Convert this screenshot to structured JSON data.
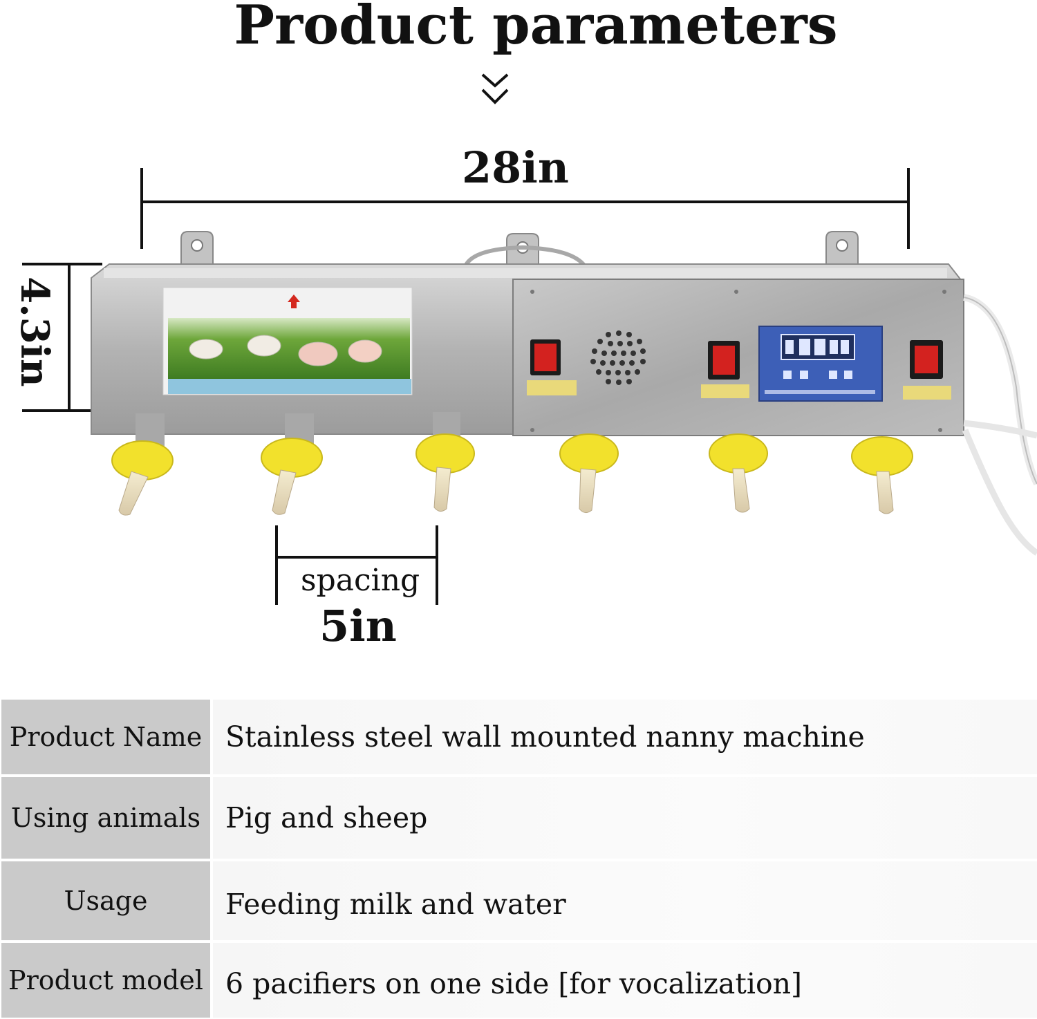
{
  "title": "Product parameters",
  "dimensions": {
    "length": "28in",
    "height": "4.3in",
    "spacing_word": "spacing",
    "spacing_value": "5in"
  },
  "product_image": {
    "icons": [
      "chevron-down-double-icon",
      "up-arrow-icon",
      "speaker-grille-icon",
      "rocker-switch-icon",
      "digital-controller-icon",
      "nipple-icon"
    ],
    "colors": {
      "steel": "#b8b8b8",
      "nipple_yellow": "#f2e12c",
      "switch_red": "#d3221f",
      "controller_blue": "#3d5fb7"
    }
  },
  "params": [
    {
      "label": "Product Name",
      "value": "Stainless steel wall mounted nanny machine"
    },
    {
      "label": "Using animals",
      "value": "Pig and sheep"
    },
    {
      "label": "Usage",
      "value": "Feeding milk and water"
    },
    {
      "label": "Product model",
      "value": "6 pacifiers on one side [for vocalization]"
    }
  ]
}
